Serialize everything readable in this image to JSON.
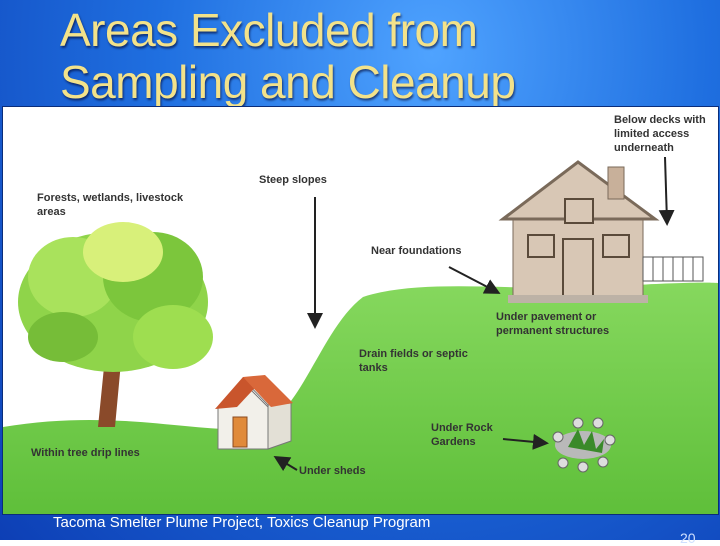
{
  "slide": {
    "title_line1": "Areas Excluded from",
    "title_line2": "Sampling and Cleanup",
    "footer": "Tacoma Smelter Plume Project, Toxics Cleanup Program",
    "page_number": "20"
  },
  "labels": {
    "forests": "Forests, wetlands, livestock areas",
    "steep_slopes": "Steep slopes",
    "near_foundations": "Near foundations",
    "below_decks": "Below decks with limited access underneath",
    "under_pavement": "Under pavement or permanent structures",
    "drain_fields": "Drain fields or septic tanks",
    "under_rock_gardens": "Under Rock Gardens",
    "tree_drip_lines": "Within tree drip lines",
    "under_sheds": "Under sheds"
  },
  "colors": {
    "title": "#f3e28a",
    "grass": "#7fd35a",
    "background": "#1f6fe0"
  }
}
